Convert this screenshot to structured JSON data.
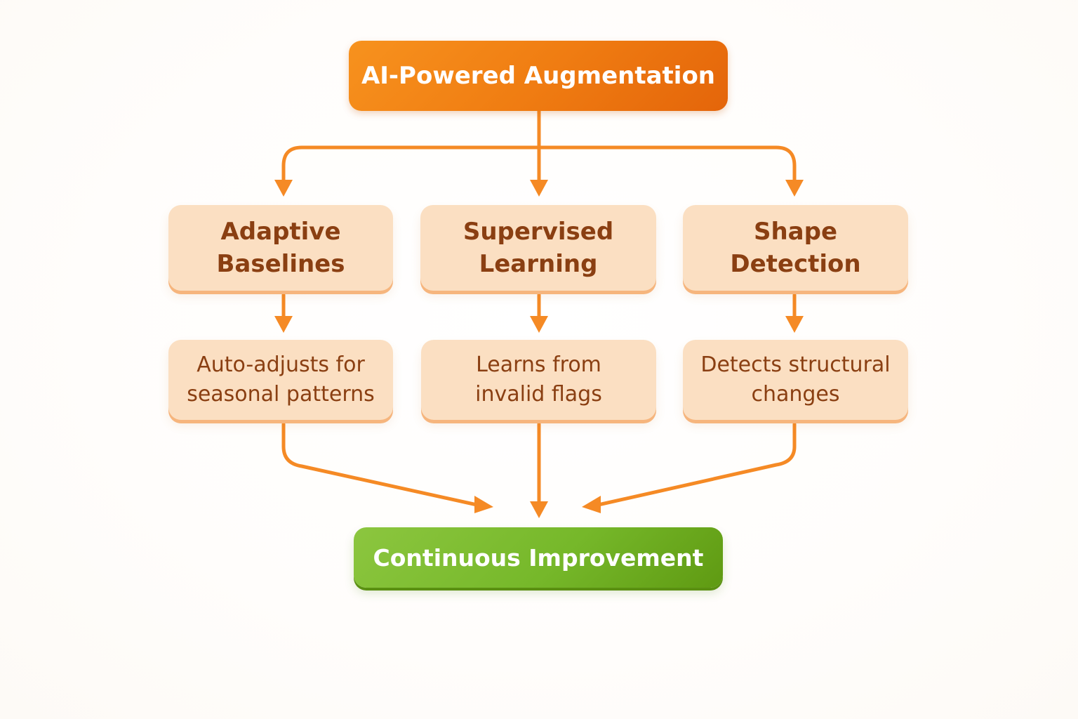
{
  "diagram": {
    "root": {
      "label": "AI-Powered Augmentation"
    },
    "branches": [
      {
        "title_line1": "Adaptive",
        "title_line2": "Baselines",
        "desc_line1": "Auto-adjusts for",
        "desc_line2": "seasonal patterns"
      },
      {
        "title_line1": "Supervised",
        "title_line2": "Learning",
        "desc_line1": "Learns from",
        "desc_line2": "invalid flags"
      },
      {
        "title_line1": "Shape",
        "title_line2": "Detection",
        "desc_line1": "Detects structural",
        "desc_line2": "changes"
      }
    ],
    "outcome": {
      "label": "Continuous Improvement"
    }
  },
  "colors": {
    "accent_orange": "#f07d12",
    "arrow_orange": "#f58a25",
    "box_fill": "#fbdfc2",
    "text_brown": "#8a3f12",
    "success_green": "#76b82a"
  }
}
